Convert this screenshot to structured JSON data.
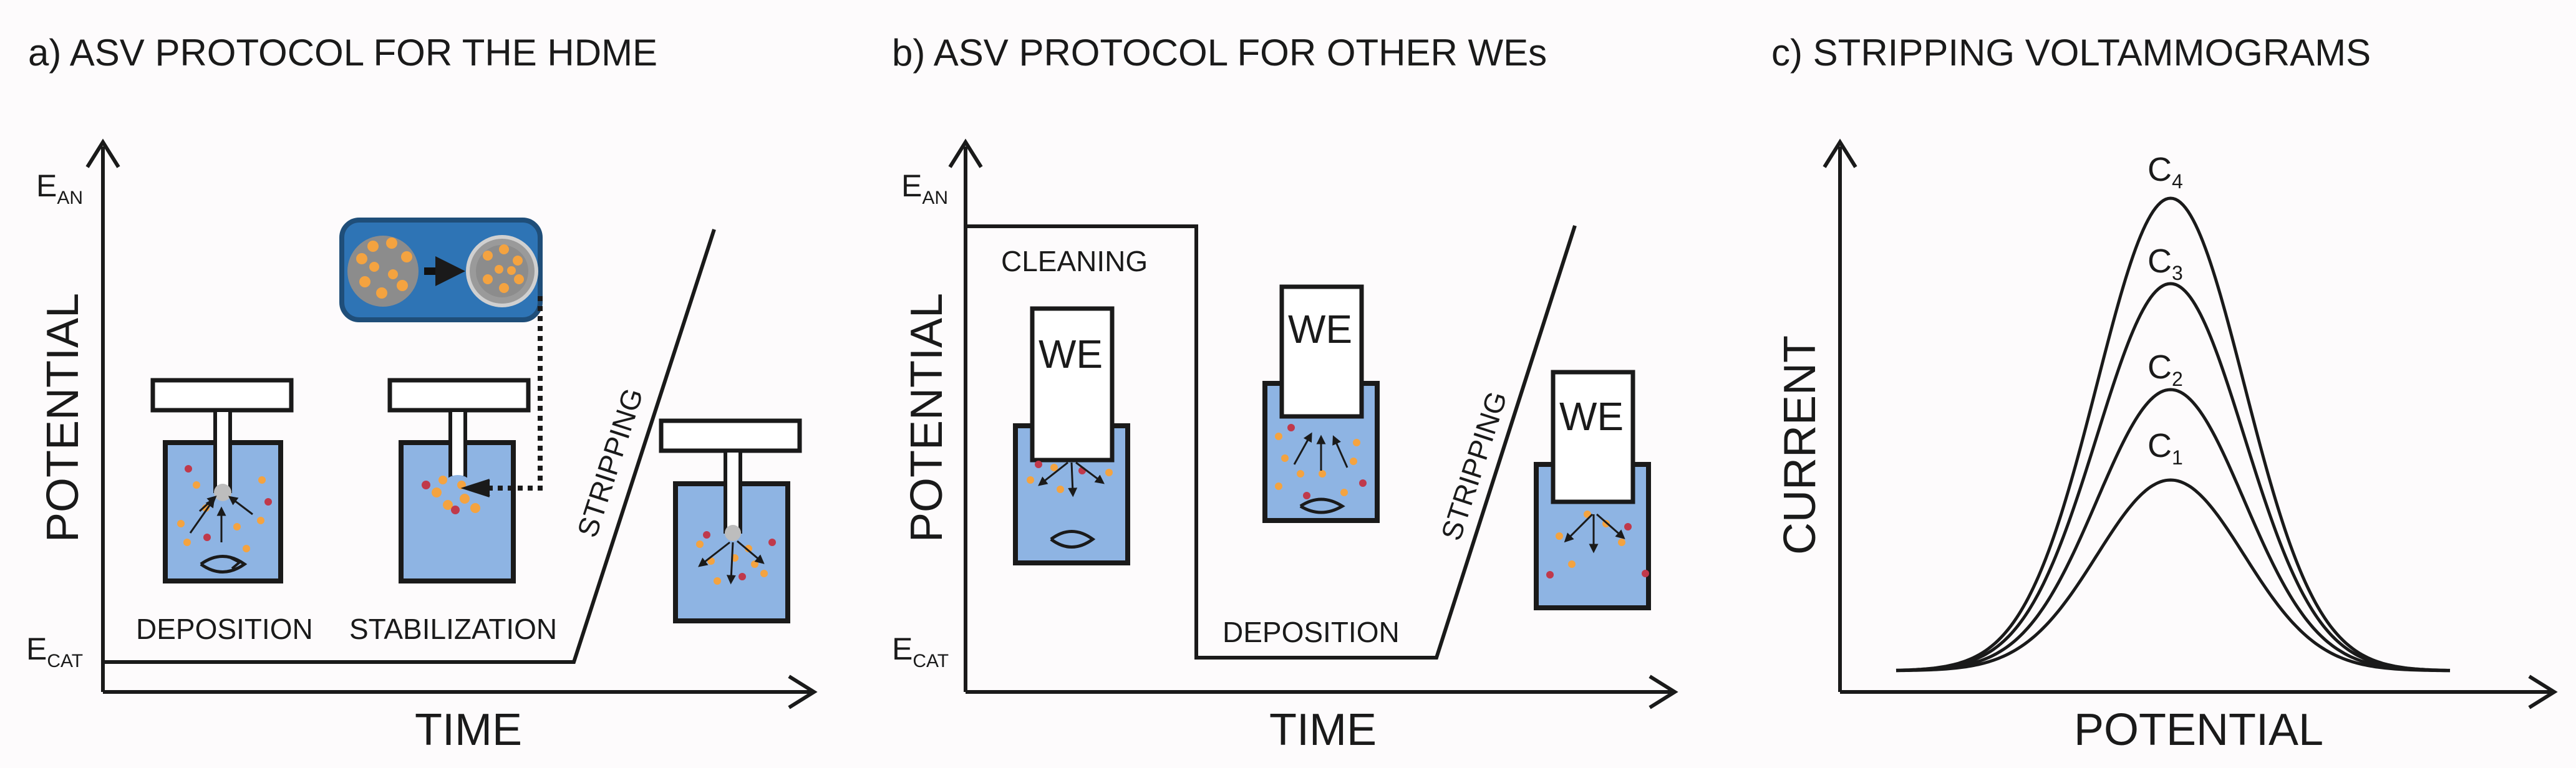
{
  "panels": {
    "a": {
      "title": "a) ASV PROTOCOL FOR THE HDME",
      "xlabel": "TIME",
      "ylabel": "POTENTIAL",
      "e_an": {
        "main": "E",
        "sub": "AN"
      },
      "e_cat": {
        "main": "E",
        "sub": "CAT"
      },
      "phases": {
        "deposition": "DEPOSITION",
        "stabilization": "STABILIZATION",
        "stripping": "STRIPPING"
      }
    },
    "b": {
      "title": "b) ASV PROTOCOL FOR OTHER WEs",
      "xlabel": "TIME",
      "ylabel": "POTENTIAL",
      "e_an": {
        "main": "E",
        "sub": "AN"
      },
      "e_cat": {
        "main": "E",
        "sub": "CAT"
      },
      "phases": {
        "cleaning": "CLEANING",
        "deposition": "DEPOSITION",
        "stripping": "STRIPPING"
      },
      "electrode_label": "WE"
    },
    "c": {
      "title": "c) STRIPPING VOLTAMMOGRAMS",
      "xlabel": "POTENTIAL",
      "ylabel": "CURRENT",
      "curves": [
        {
          "main": "C",
          "sub": "1"
        },
        {
          "main": "C",
          "sub": "2"
        },
        {
          "main": "C",
          "sub": "3"
        },
        {
          "main": "C",
          "sub": "4"
        }
      ]
    }
  },
  "colors": {
    "line": "#1a1a1a",
    "solution": "#8eb4e3",
    "inset_bg": "#2e74b5",
    "inset_border": "#1f4e79",
    "drop_fill": "#8c8c8c",
    "drop_light": "#bdbdbd",
    "orange_particle": "#f4a340",
    "red_particle": "#c0394b",
    "electrode_white": "#ffffff"
  }
}
